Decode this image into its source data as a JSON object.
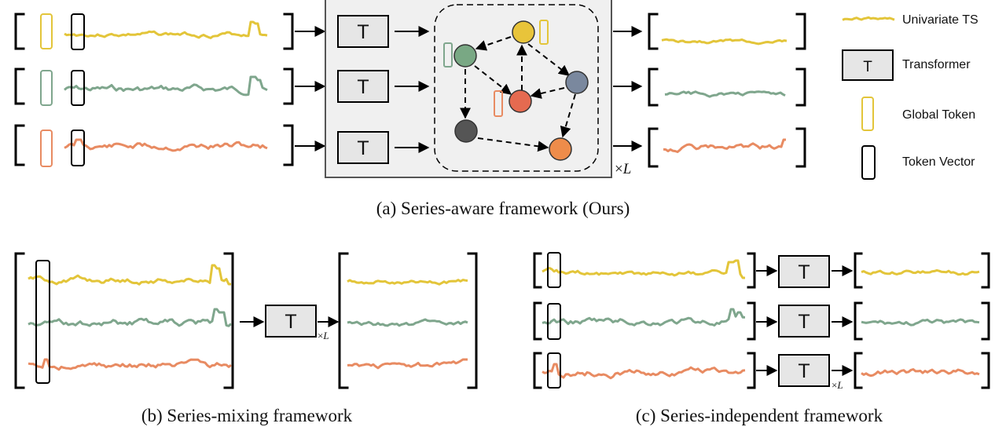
{
  "colors": {
    "yellow": "#e3c53a",
    "green": "#7fa68d",
    "red": "#e88b62",
    "node_yellow": "#e8c43a",
    "node_green": "#79a884",
    "node_red": "#e56a50",
    "node_slate": "#7a889e",
    "node_dark": "#555555",
    "node_orange": "#ee8c4a",
    "panel_gray": "#f0f0f0",
    "tbox_gray": "#e6e6e6"
  },
  "diagram": {
    "transformer_label": "T",
    "repeat_symbol": "×",
    "repeat_var": "L"
  },
  "legend": {
    "univariate": "Univariate TS",
    "transformer": "Transformer",
    "global_token": "Global Token",
    "token_vector": "Token Vector"
  },
  "captions": {
    "a": "(a) Series-aware framework (Ours)",
    "b": "(b) Series-mixing framework",
    "c": "(c) Series-independent framework"
  },
  "icons": {
    "arrow": "arrow-right-icon",
    "graph": "graph-node-icon"
  }
}
